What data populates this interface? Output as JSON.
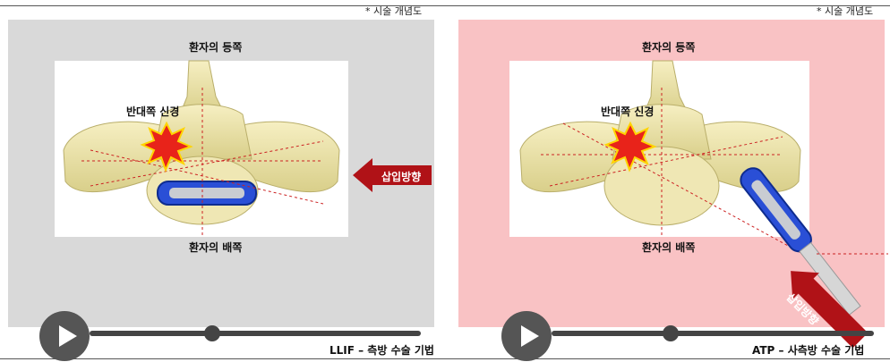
{
  "left_panel": {
    "note": "* 시술 개념도",
    "top_label": "환자의 등쪽",
    "bottom_label": "환자의 배쪽",
    "nerve_label": "반대쪽 신경",
    "arrow_label": "삽입방향",
    "caption": "LLIF – 측방 수술 기법",
    "background_color": "#d9d9d9",
    "progress": 0.37
  },
  "right_panel": {
    "note": "* 시술 개념도",
    "top_label": "환자의 등쪽",
    "bottom_label": "환자의 배쪽",
    "nerve_label": "반대쪽 신경",
    "arrow_label": "삽입방향",
    "caption": "ATP – 사측방 수술 기법",
    "background_color": "#f9c2c4",
    "progress": 0.37
  },
  "colors": {
    "bone": "#efe7b4",
    "implant": "#2a4fd6",
    "arrow": "#b01217",
    "burst": "#e8231a",
    "guide": "#cc2222"
  }
}
